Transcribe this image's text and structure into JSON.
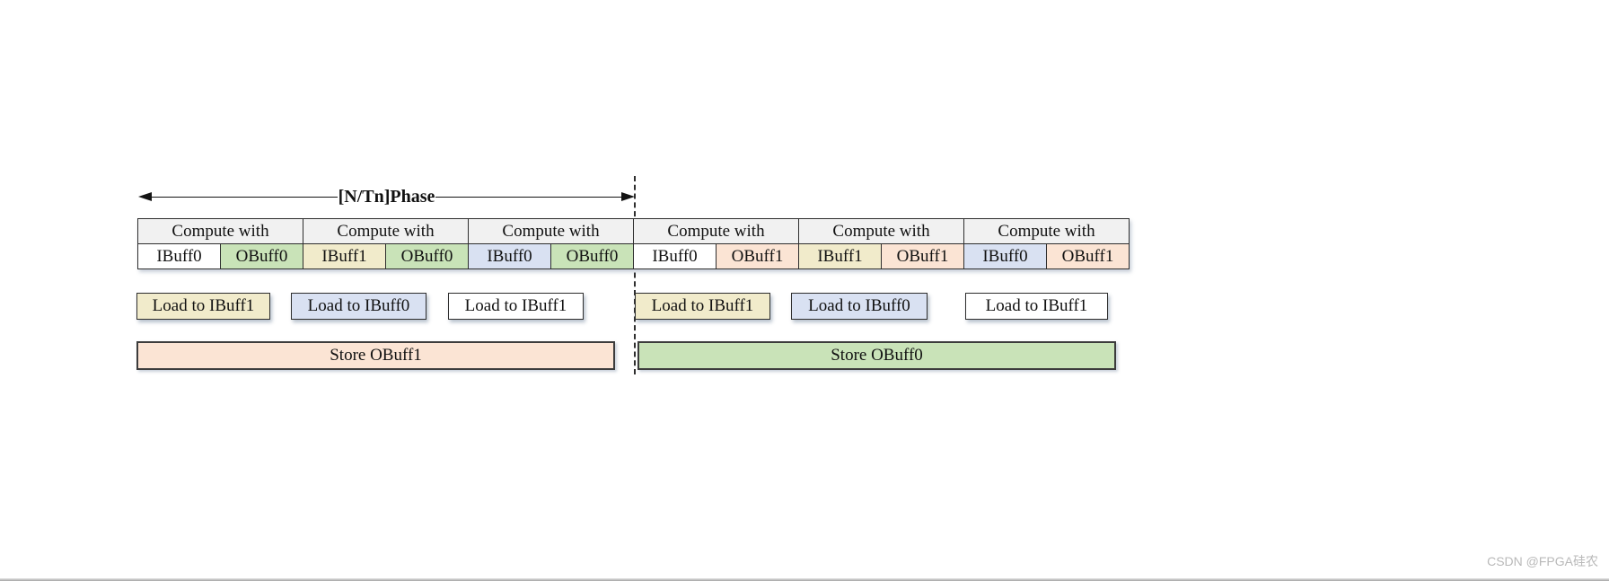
{
  "page": {
    "watermark": "CSDN @FPGA硅农"
  },
  "diagram": {
    "phase_label": "[N/Tn]Phase",
    "compute_header": "Compute with",
    "compute_cells": [
      {
        "label": "IBuff0",
        "color": "#FFFFFF"
      },
      {
        "label": "OBuff0",
        "color": "#C9E3B8"
      },
      {
        "label": "IBuff1",
        "color": "#F1EBCB"
      },
      {
        "label": "OBuff0",
        "color": "#C9E3B8"
      },
      {
        "label": "IBuff0",
        "color": "#D9E1F2"
      },
      {
        "label": "OBuff0",
        "color": "#C9E3B8"
      },
      {
        "label": "IBuff0",
        "color": "#FFFFFF"
      },
      {
        "label": "OBuff1",
        "color": "#FBE4D4"
      },
      {
        "label": "IBuff1",
        "color": "#F1EBCB"
      },
      {
        "label": "OBuff1",
        "color": "#FBE4D4"
      },
      {
        "label": "IBuff0",
        "color": "#D9E1F2"
      },
      {
        "label": "OBuff1",
        "color": "#FBE4D4"
      }
    ],
    "load_boxes": [
      {
        "label": "Load to IBuff1",
        "color": "#F1EBCB"
      },
      {
        "label": "Load to IBuff0",
        "color": "#D9E1F2"
      },
      {
        "label": "Load to IBuff1",
        "color": "#FFFFFF"
      },
      {
        "label": "Load to IBuff1",
        "color": "#F1EBCB"
      },
      {
        "label": "Load to IBuff0",
        "color": "#D9E1F2"
      },
      {
        "label": "Load to IBuff1",
        "color": "#FFFFFF"
      }
    ],
    "store_bars": [
      {
        "label": "Store OBuff1",
        "color": "#FBE4D4"
      },
      {
        "label": "Store OBuff0",
        "color": "#C9E3B8"
      }
    ],
    "palette": {
      "header_fill": "#F1F1F1",
      "green": "#C9E3B8",
      "yellow": "#F1EBCB",
      "blue": "#D9E1F2",
      "peach": "#FBE4D4",
      "border": "#2E2E2E"
    }
  }
}
